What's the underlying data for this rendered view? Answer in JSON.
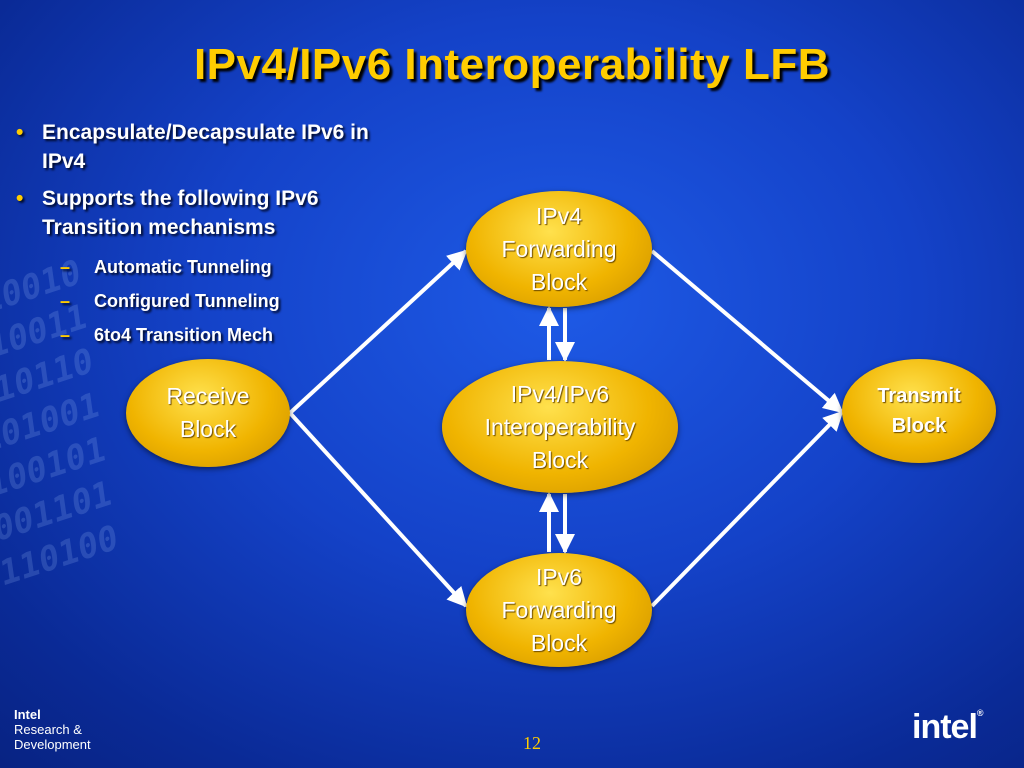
{
  "slide": {
    "title": "IPv4/IPv6 Interoperability LFB",
    "bullets": [
      {
        "text": "Encapsulate/Decapsulate IPv6 in IPv4"
      },
      {
        "text": "Supports the following IPv6 Transition mechanisms"
      }
    ],
    "sub_bullets": [
      {
        "text": "Automatic Tunneling"
      },
      {
        "text": "Configured Tunneling"
      },
      {
        "text": "6to4 Transition Mech"
      }
    ],
    "bullet_glyph": "•",
    "dash_glyph": "–"
  },
  "diagram": {
    "nodes": {
      "receive": "Receive\nBlock",
      "ipv4_fwd": "IPv4\nForwarding\nBlock",
      "interop": "IPv4/IPv6\nInteroperability\nBlock",
      "ipv6_fwd": "IPv6\nForwarding\nBlock",
      "transmit": "Transmit\nBlock"
    },
    "edges": [
      {
        "from": "receive",
        "to": "ipv4_fwd"
      },
      {
        "from": "receive",
        "to": "ipv6_fwd"
      },
      {
        "from": "ipv4_fwd",
        "to": "transmit"
      },
      {
        "from": "ipv6_fwd",
        "to": "transmit"
      },
      {
        "from": "ipv4_fwd",
        "to": "interop"
      },
      {
        "from": "interop",
        "to": "ipv4_fwd"
      },
      {
        "from": "ipv6_fwd",
        "to": "interop"
      },
      {
        "from": "interop",
        "to": "ipv6_fwd"
      }
    ],
    "node_color": "#f0b400",
    "arrow_color": "#ffffff"
  },
  "footer": {
    "org_line1": "Intel",
    "org_line2": "Research &",
    "org_line3": "Development",
    "page_number": "12",
    "logo_text": "intel",
    "logo_mark": "®"
  },
  "theme": {
    "title_color": "#ffcc00",
    "background": "#1442c8"
  }
}
